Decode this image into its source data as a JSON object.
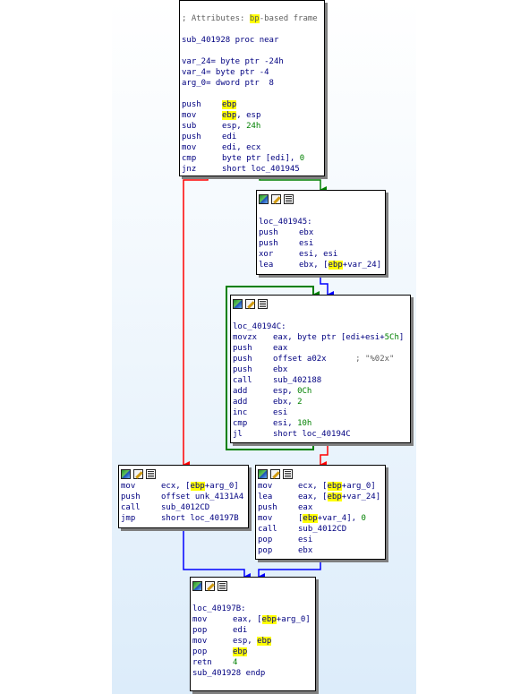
{
  "colors": {
    "true_branch": "#008000",
    "false_branch": "#ff0000",
    "normal": "#0000ff",
    "highlight": "#ffff00"
  },
  "icons": [
    "graph-icon",
    "edit-icon",
    "code-icon"
  ],
  "blocks": {
    "b1": {
      "lines": [
        {
          "t": "; Attributes: ",
          "hl": "bp",
          "r": "-based frame",
          "cls": "cm"
        },
        {
          "blank": true
        },
        {
          "t": "sub_401928 proc near"
        },
        {
          "blank": true
        },
        {
          "t": "var_24= byte ptr -24h"
        },
        {
          "t": "var_4= byte ptr -4"
        },
        {
          "t": "arg_0= dword ptr  8"
        },
        {
          "blank": true
        },
        {
          "m": "push",
          "ops": [
            {
              "h": "ebp"
            }
          ]
        },
        {
          "m": "mov",
          "ops": [
            {
              "h": "ebp"
            },
            {
              "s": ", esp"
            }
          ]
        },
        {
          "m": "sub",
          "ops": [
            {
              "s": "esp, "
            },
            {
              "n": "24h"
            }
          ]
        },
        {
          "m": "push",
          "ops": [
            {
              "s": "edi"
            }
          ]
        },
        {
          "m": "mov",
          "ops": [
            {
              "s": "edi, ecx"
            }
          ]
        },
        {
          "m": "cmp",
          "ops": [
            {
              "s": "byte ptr [edi], "
            },
            {
              "n": "0"
            }
          ]
        },
        {
          "m": "jnz",
          "ops": [
            {
              "s": "short loc_401945"
            }
          ]
        }
      ]
    },
    "b2": {
      "lines": [
        {
          "blank": true
        },
        {
          "t": "loc_401945:"
        },
        {
          "m": "push",
          "ops": [
            {
              "s": "ebx"
            }
          ]
        },
        {
          "m": "push",
          "ops": [
            {
              "s": "esi"
            }
          ]
        },
        {
          "m": "xor",
          "ops": [
            {
              "s": "esi, esi"
            }
          ]
        },
        {
          "m": "lea",
          "ops": [
            {
              "s": "ebx, ["
            },
            {
              "h": "ebp"
            },
            {
              "s": "+var_24]"
            }
          ]
        }
      ]
    },
    "b3": {
      "lines": [
        {
          "blank": true
        },
        {
          "t": "loc_40194C:"
        },
        {
          "m": "movzx",
          "ops": [
            {
              "s": "eax, byte ptr [edi+esi+"
            },
            {
              "n": "5Ch"
            },
            {
              "s": "]"
            }
          ]
        },
        {
          "m": "push",
          "ops": [
            {
              "s": "eax"
            }
          ]
        },
        {
          "m": "push",
          "ops": [
            {
              "s": "offset a02x      "
            },
            {
              "c": "; \"%02x\""
            }
          ]
        },
        {
          "m": "push",
          "ops": [
            {
              "s": "ebx"
            }
          ]
        },
        {
          "m": "call",
          "ops": [
            {
              "s": "sub_402188"
            }
          ]
        },
        {
          "m": "add",
          "ops": [
            {
              "s": "esp, "
            },
            {
              "n": "0Ch"
            }
          ]
        },
        {
          "m": "add",
          "ops": [
            {
              "s": "ebx, "
            },
            {
              "n": "2"
            }
          ]
        },
        {
          "m": "inc",
          "ops": [
            {
              "s": "esi"
            }
          ]
        },
        {
          "m": "cmp",
          "ops": [
            {
              "s": "esi, "
            },
            {
              "n": "10h"
            }
          ]
        },
        {
          "m": "jl",
          "ops": [
            {
              "s": "short loc_40194C"
            }
          ]
        }
      ]
    },
    "b4": {
      "lines": [
        {
          "m": "mov",
          "ops": [
            {
              "s": "ecx, ["
            },
            {
              "h": "ebp"
            },
            {
              "s": "+arg_0]"
            }
          ]
        },
        {
          "m": "push",
          "ops": [
            {
              "s": "offset unk_4131A4"
            }
          ]
        },
        {
          "m": "call",
          "ops": [
            {
              "s": "sub_4012CD"
            }
          ]
        },
        {
          "m": "jmp",
          "ops": [
            {
              "s": "short loc_40197B"
            }
          ]
        }
      ]
    },
    "b5": {
      "lines": [
        {
          "m": "mov",
          "ops": [
            {
              "s": "ecx, ["
            },
            {
              "h": "ebp"
            },
            {
              "s": "+arg_0]"
            }
          ]
        },
        {
          "m": "lea",
          "ops": [
            {
              "s": "eax, ["
            },
            {
              "h": "ebp"
            },
            {
              "s": "+var_24]"
            }
          ]
        },
        {
          "m": "push",
          "ops": [
            {
              "s": "eax"
            }
          ]
        },
        {
          "m": "mov",
          "ops": [
            {
              "s": "["
            },
            {
              "h": "ebp"
            },
            {
              "s": "+var_4], "
            },
            {
              "n": "0"
            }
          ]
        },
        {
          "m": "call",
          "ops": [
            {
              "s": "sub_4012CD"
            }
          ]
        },
        {
          "m": "pop",
          "ops": [
            {
              "s": "esi"
            }
          ]
        },
        {
          "m": "pop",
          "ops": [
            {
              "s": "ebx"
            }
          ]
        }
      ]
    },
    "b6": {
      "lines": [
        {
          "blank": true
        },
        {
          "t": "loc_40197B:"
        },
        {
          "m": "mov",
          "ops": [
            {
              "s": "eax, ["
            },
            {
              "h": "ebp"
            },
            {
              "s": "+arg_0]"
            }
          ]
        },
        {
          "m": "pop",
          "ops": [
            {
              "s": "edi"
            }
          ]
        },
        {
          "m": "mov",
          "ops": [
            {
              "s": "esp, "
            },
            {
              "h": "ebp"
            }
          ]
        },
        {
          "m": "pop",
          "ops": [
            {
              "h": "ebp"
            }
          ]
        },
        {
          "m": "retn",
          "ops": [
            {
              "n": "4"
            }
          ]
        },
        {
          "t": "sub_401928 endp"
        }
      ]
    }
  }
}
